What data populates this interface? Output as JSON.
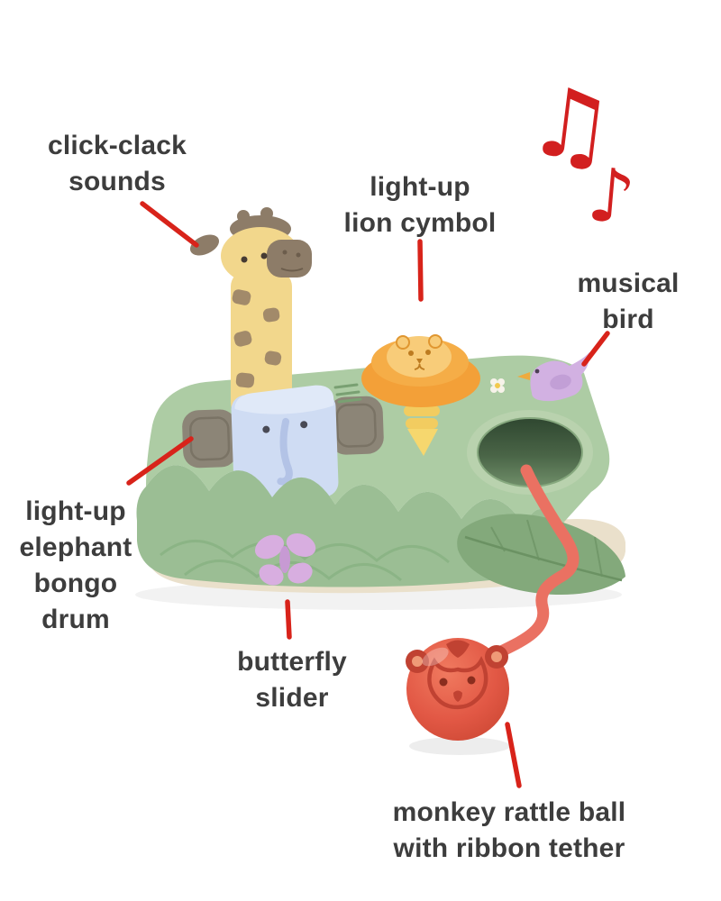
{
  "labels": {
    "click_clack": [
      "click-clack",
      "sounds"
    ],
    "lion": [
      "light-up",
      "lion cymbol"
    ],
    "bird": [
      "musical",
      "bird"
    ],
    "elephant": [
      "light-up",
      "elephant",
      "bongo",
      "drum"
    ],
    "butterfly": [
      "butterfly",
      "slider"
    ],
    "monkey": [
      "monkey rattle ball",
      "with ribbon tether"
    ]
  },
  "icons": {
    "double_music_note": "♫",
    "single_music_note": "♪"
  },
  "palette": {
    "callout_red": "#d8231a",
    "note_red": "#d21f1f",
    "label_text": "#3d3d3d",
    "base_green_top": "#adcca4",
    "base_green_front": "#9bbe94",
    "cream_base": "#eae0cb",
    "giraffe_yellow": "#f2d78c",
    "giraffe_brown": "#8d7c68",
    "elephant_blue": "#cfdcf3",
    "ear_gray": "#8c8577",
    "lion_orange": "#f3a038",
    "bird_lilac": "#d2b1e2",
    "butterfly_lilac": "#d8aee0",
    "ribbon_coral": "#ea7162",
    "monkey_red": "#e25845"
  }
}
